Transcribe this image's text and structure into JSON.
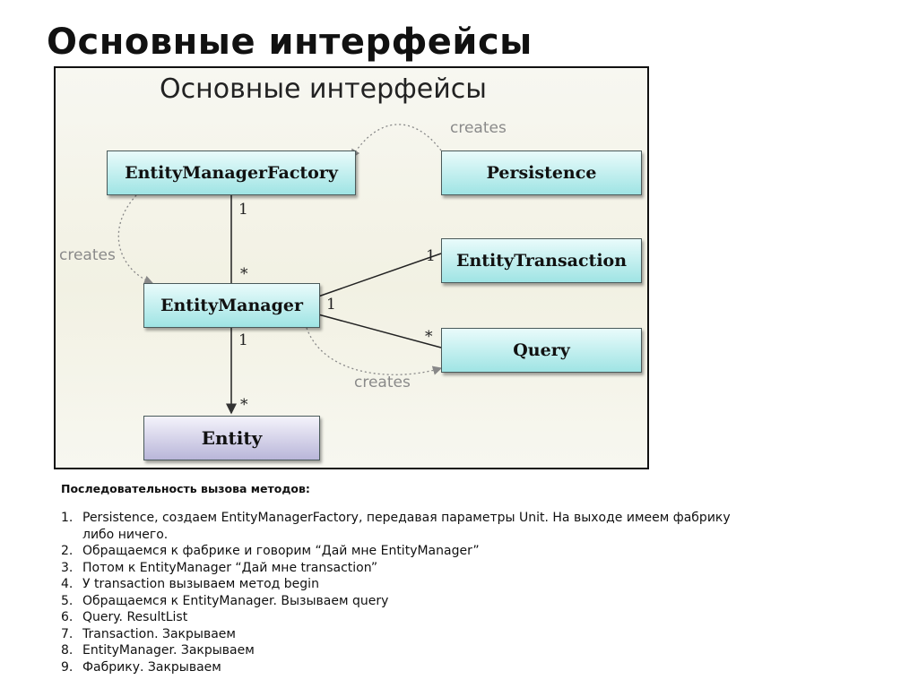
{
  "slide": {
    "title": "Основные интерфейсы"
  },
  "diagram": {
    "title": "Основные интерфейсы",
    "boxes": {
      "factory": "EntityManagerFactory",
      "persistence": "Persistence",
      "transaction": "EntityTransaction",
      "manager": "EntityManager",
      "query": "Query",
      "entity": "Entity"
    },
    "labels": {
      "creates_top": "creates",
      "creates_left": "creates",
      "creates_bottom": "creates",
      "factory_manager_one": "1",
      "factory_manager_many": "*",
      "manager_transaction_one": "1",
      "transaction_one": "1",
      "query_many": "*",
      "manager_entity_one": "1",
      "entity_many": "*"
    }
  },
  "section": {
    "heading": "Последовательность вызова методов:"
  },
  "steps": [
    {
      "num": "1.",
      "text": "Persistence, создаем EntityManagerFactory, передавая параметры Unit. На выходе имеем фабрику либо ничего."
    },
    {
      "num": "2.",
      "text": "Обращаемся к фабрике и говорим “Дай мне EntityManager”"
    },
    {
      "num": "3.",
      "text": "Потом к EntityManager “Дай мне transaction”"
    },
    {
      "num": "4.",
      "text": "У transaction вызываем метод begin"
    },
    {
      "num": "5.",
      "text": "Обращаемся к EntityManager. Вызываем query"
    },
    {
      "num": "6.",
      "text": "Query. ResultList"
    },
    {
      "num": "7.",
      "text": "Transaction. Закрываем"
    },
    {
      "num": "8.",
      "text": "EntityManager. Закрываем"
    },
    {
      "num": "9.",
      "text": "Фабрику. Закрываем"
    }
  ]
}
